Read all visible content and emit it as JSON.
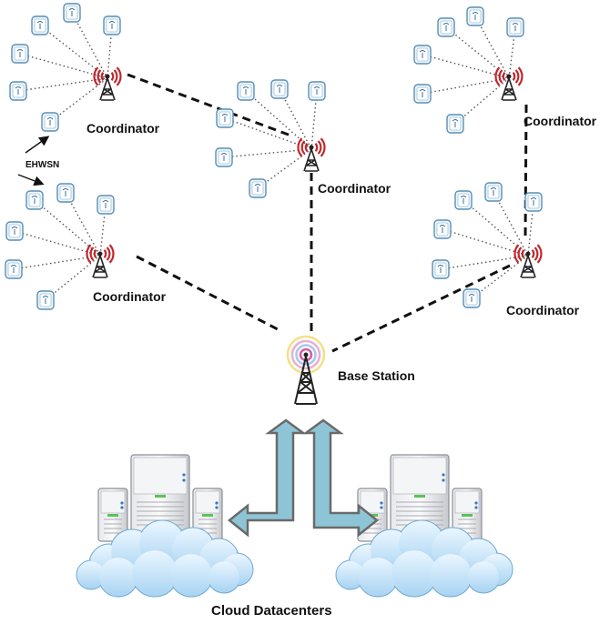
{
  "labels": {
    "coordinator": "Coordinator",
    "ehwsn": "EHWSN",
    "base_station": "Base Station",
    "cloud_datacenters": "Cloud Datacenters"
  },
  "colors": {
    "signal": "#c0282d",
    "link": "#111111",
    "arrow_fill": "#8ec5d6",
    "arrow_stroke": "#6a6a6a",
    "cloud": "#bfe0f5",
    "server": "#cfd2d6"
  },
  "icons": {
    "sensor": "sensor-node-icon",
    "tower": "coordinator-tower-icon",
    "base": "base-station-icon",
    "server": "server-icon",
    "cloud": "cloud-icon"
  }
}
